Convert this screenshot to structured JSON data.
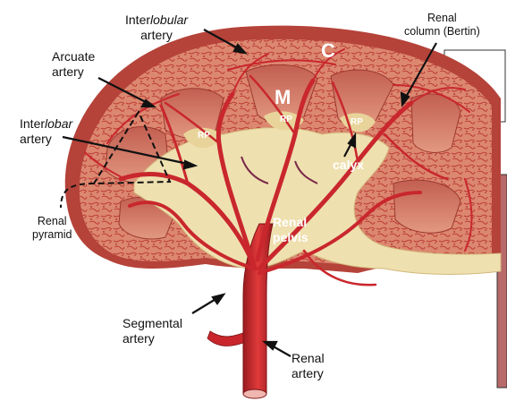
{
  "labels": {
    "interlobular_prefix": "Inter",
    "interlobular_italic": "lobular",
    "interlobular_line2": "artery",
    "renal_column_line1": "Renal",
    "renal_column_line2": "column (Bertin)",
    "arcuate_line1": "Arcuate",
    "arcuate_line2": "artery",
    "interlobar_prefix": "Inter",
    "interlobar_italic": "lobar",
    "interlobar_line2": "artery",
    "renal_pyramid_line1": "Renal",
    "renal_pyramid_line2": "pyramid",
    "calyx": "calyx",
    "renal_pelvis_line1": "Renal",
    "renal_pelvis_line2": "pelvis",
    "segmental_line1": "Segmental",
    "segmental_line2": "artery",
    "renal_artery_line1": "Renal",
    "renal_artery_line2": "artery"
  },
  "markers": {
    "cortex": "C",
    "medulla": "M",
    "renal_papilla": "RP"
  },
  "colors": {
    "capsule": "#b5433a",
    "cortex": "#d9806a",
    "pyramid": "#c96a5a",
    "pelvis": "#efe0b0",
    "artery": "#c9272d",
    "artery_dark": "#8c1518",
    "vein_purple": "#7a2a4a"
  }
}
